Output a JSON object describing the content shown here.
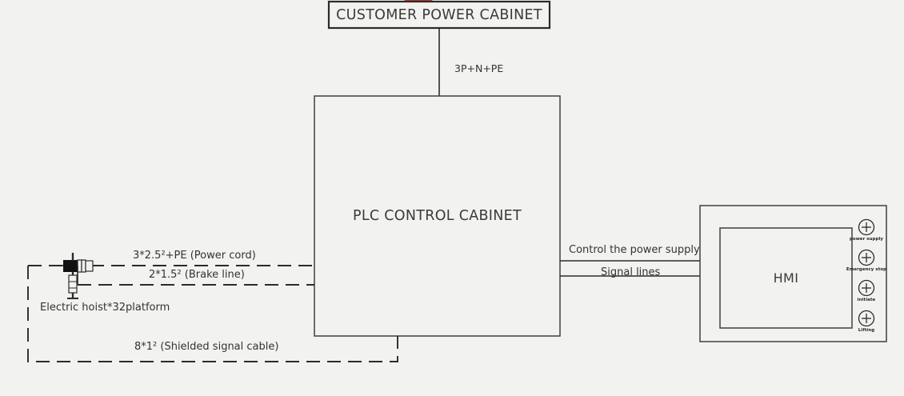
{
  "diagram": {
    "type": "electrical-block-diagram",
    "background_color": "#f2f2f0",
    "line_color": "#2b2b2b",
    "accent_color": "#e03127",
    "blocks": {
      "customer_power_cabinet": {
        "label": "CUSTOMER POWER CABINET"
      },
      "plc_control_cabinet": {
        "label": "PLC CONTROL CABINET"
      },
      "hmi": {
        "label": "HMI"
      },
      "electric_hoist": {
        "label": "Electric hoist*32platform"
      }
    },
    "connections": {
      "mains_feed": {
        "label": "3P+N+PE"
      },
      "power_cord": {
        "label": "3*2.5²+PE (Power cord)"
      },
      "brake_line": {
        "label": "2*1.5² (Brake line)"
      },
      "shielded_signal_cable": {
        "label": "8*1² (Shielded signal cable)"
      },
      "control_power_supply": {
        "label": "Control the power supply"
      },
      "signal_lines": {
        "label": "Signal lines"
      }
    },
    "hmi_buttons": [
      {
        "label": "power supply"
      },
      {
        "label": "Emergency stop"
      },
      {
        "label": "initiate"
      },
      {
        "label": "Lifting"
      }
    ]
  }
}
